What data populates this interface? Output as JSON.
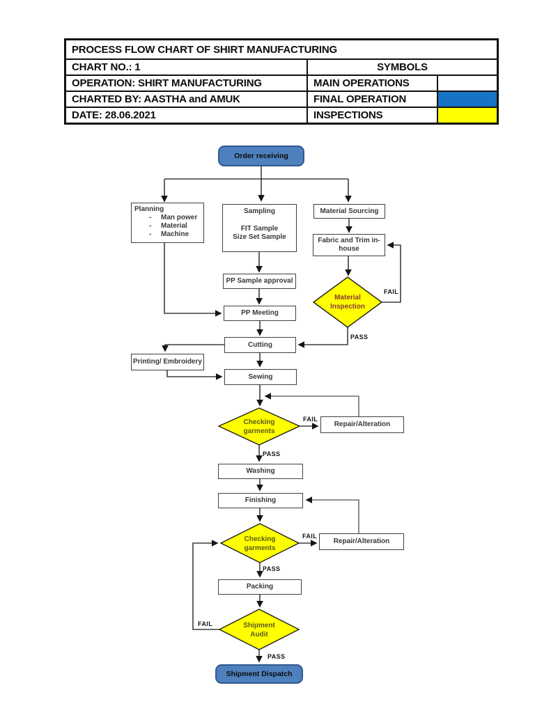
{
  "header": {
    "title": "PROCESS FLOW CHART OF SHIRT MANUFACTURING",
    "chart_no": "CHART NO.: 1",
    "symbols": "SYMBOLS",
    "operation": "OPERATION: SHIRT MANUFACTURING",
    "charted_by": "CHARTED BY: AASTHA and AMUK",
    "date": "DATE: 28.06.2021",
    "legend": [
      {
        "label": "MAIN OPERATIONS",
        "color": "#ffffff"
      },
      {
        "label": "FINAL  OPERATION",
        "color": "#1773c6"
      },
      {
        "label": "INSPECTIONS",
        "color": "#ffff00"
      }
    ]
  },
  "colors": {
    "flow_blue": "#4e80bd",
    "flow_blue_border": "#2f598f",
    "legend_blue": "#1773c6",
    "inspection_yellow": "#ffff00",
    "inspection_text_maroon": "#8c3836",
    "diamond_text_olive": "#5c5a14"
  },
  "flow": {
    "order_receiving": {
      "label": "Order receiving"
    },
    "planning": {
      "title": "Planning",
      "bullet": "-",
      "items": [
        "Man power",
        "Material",
        "Machine"
      ]
    },
    "sampling": {
      "title": "Sampling",
      "lines": [
        "FIT Sample",
        "Size Set Sample"
      ]
    },
    "material_sourcing": {
      "label": "Material Sourcing"
    },
    "fabric_trim": {
      "label": "Fabric and Trim in-house"
    },
    "pp_sample_approval": {
      "label": "PP Sample approval"
    },
    "pp_meeting": {
      "label": "PP Meeting"
    },
    "material_inspection": {
      "line1": "Material",
      "line2": "Inspection"
    },
    "cutting": {
      "label": "Cutting"
    },
    "printing_embroidery": {
      "label": "Printing/ Embroidery"
    },
    "sewing": {
      "label": "Sewing"
    },
    "checking_garments_1": {
      "line1": "Checking",
      "line2": "garments"
    },
    "repair_alteration_1": {
      "label": "Repair/Alteration"
    },
    "washing": {
      "label": "Washing"
    },
    "finishing": {
      "label": "Finishing"
    },
    "checking_garments_2": {
      "line1": "Checking",
      "line2": "garments"
    },
    "repair_alteration_2": {
      "label": "Repair/Alteration"
    },
    "packing": {
      "label": "Packing"
    },
    "shipment_audit": {
      "line1": "Shipment",
      "line2": "Audit"
    },
    "shipment_dispatch": {
      "label": "Shipment Dispatch"
    },
    "labels": {
      "pass": "PASS",
      "fail": "FAIL"
    }
  }
}
